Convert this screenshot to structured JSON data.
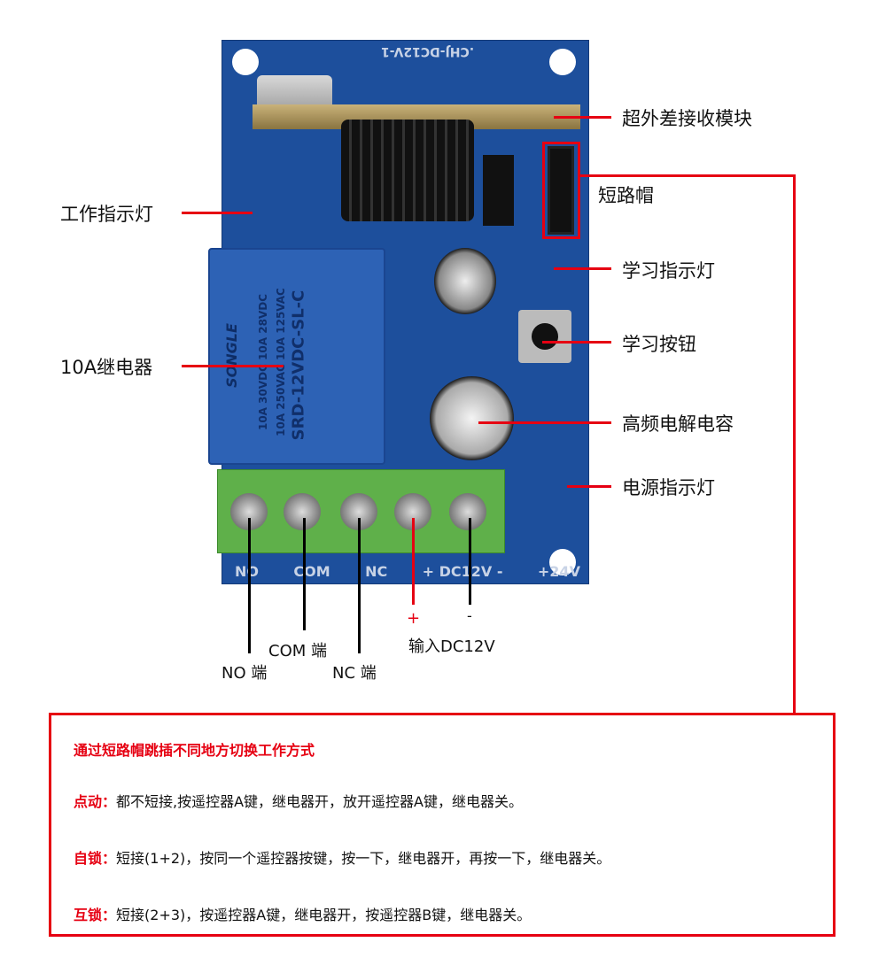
{
  "board": {
    "module_code": ".CHJ-DC12V-1",
    "relay_brand": "SONGLE",
    "relay_model": "SRD-12VDC-SL-C",
    "relay_rating_1": "10A 250VAC 10A 125VAC",
    "relay_rating_2": "10A 30VDC 10A 28VDC",
    "silkscreen": [
      "NO",
      "COM",
      "NC",
      "+ DC12V -",
      "+24V"
    ]
  },
  "callouts": {
    "receiver_module": "超外差接收模块",
    "jumper_cap": "短路帽",
    "learn_led": "学习指示灯",
    "learn_button": "学习按钮",
    "capacitor": "高频电解电容",
    "power_led": "电源指示灯",
    "work_led": "工作指示灯",
    "relay": "10A继电器"
  },
  "terminals": {
    "no": "NO 端",
    "com": "COM 端",
    "nc": "NC 端",
    "plus": "+",
    "minus": "-",
    "input": "输入DC12V"
  },
  "info": {
    "title": "通过短路帽跳插不同地方切换工作方式",
    "modes": [
      {
        "name": "点动：",
        "desc": "都不短接,按遥控器A键，继电器开，放开遥控器A键，继电器关。"
      },
      {
        "name": "自锁：",
        "desc": "短接(1+2)，按同一个遥控器按键，按一下，继电器开，再按一下，继电器关。"
      },
      {
        "name": "互锁：",
        "desc": "短接(2+3)，按遥控器A键，继电器开，按遥控器B键，继电器关。"
      }
    ]
  },
  "colors": {
    "accent": "#e60012",
    "board": "#1d4f9c",
    "terminal": "#5fb04a"
  }
}
